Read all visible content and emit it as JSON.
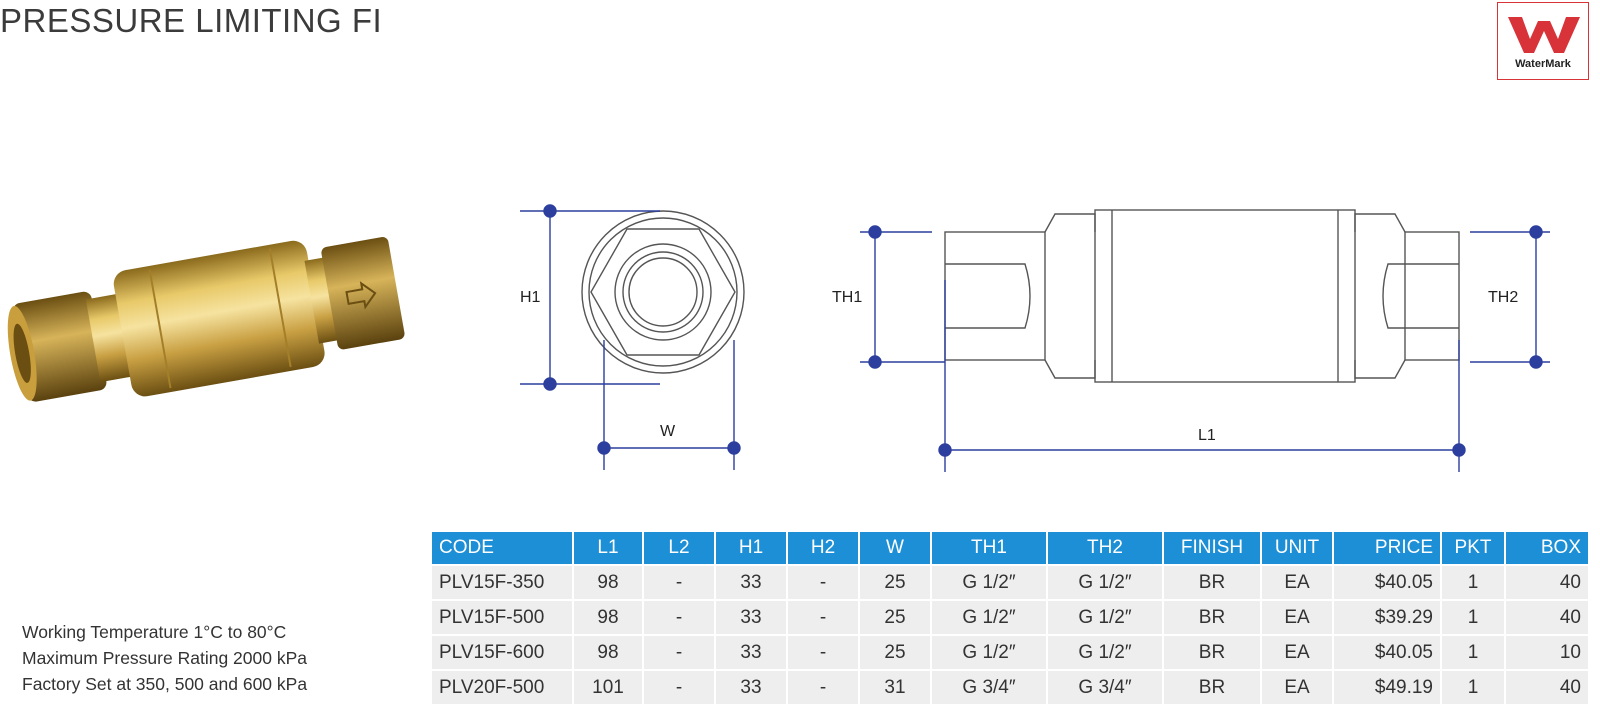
{
  "page": {
    "title": "PRESSURE LIMITING FI"
  },
  "logo": {
    "text": "WaterMark",
    "icon": "watermark-logo",
    "color": "#d9333a"
  },
  "colors": {
    "table_header": "#1d8fd6",
    "dimension_line": "#2c3e9e",
    "row_background": "#eeeeee"
  },
  "drawing": {
    "labels": {
      "h1": "H1",
      "w": "W",
      "th1": "TH1",
      "th2": "TH2",
      "l1": "L1"
    }
  },
  "specs": [
    "Working Temperature  1°C to 80°C",
    "Maximum Pressure Rating  2000 kPa",
    "Factory Set at 350, 500 and 600 kPa"
  ],
  "table": {
    "headers": [
      "CODE",
      "L1",
      "L2",
      "H1",
      "H2",
      "W",
      "TH1",
      "TH2",
      "FINISH",
      "UNIT",
      "PRICE",
      "PKT",
      "BOX"
    ],
    "rows": [
      [
        "PLV15F-350",
        "98",
        "-",
        "33",
        "-",
        "25",
        "G 1/2″",
        "G 1/2″",
        "BR",
        "EA",
        "$40.05",
        "1",
        "40"
      ],
      [
        "PLV15F-500",
        "98",
        "-",
        "33",
        "-",
        "25",
        "G 1/2″",
        "G 1/2″",
        "BR",
        "EA",
        "$39.29",
        "1",
        "40"
      ],
      [
        "PLV15F-600",
        "98",
        "-",
        "33",
        "-",
        "25",
        "G 1/2″",
        "G 1/2″",
        "BR",
        "EA",
        "$40.05",
        "1",
        "10"
      ],
      [
        "PLV20F-500",
        "101",
        "-",
        "33",
        "-",
        "31",
        "G 3/4″",
        "G 3/4″",
        "BR",
        "EA",
        "$49.19",
        "1",
        "40"
      ]
    ]
  }
}
